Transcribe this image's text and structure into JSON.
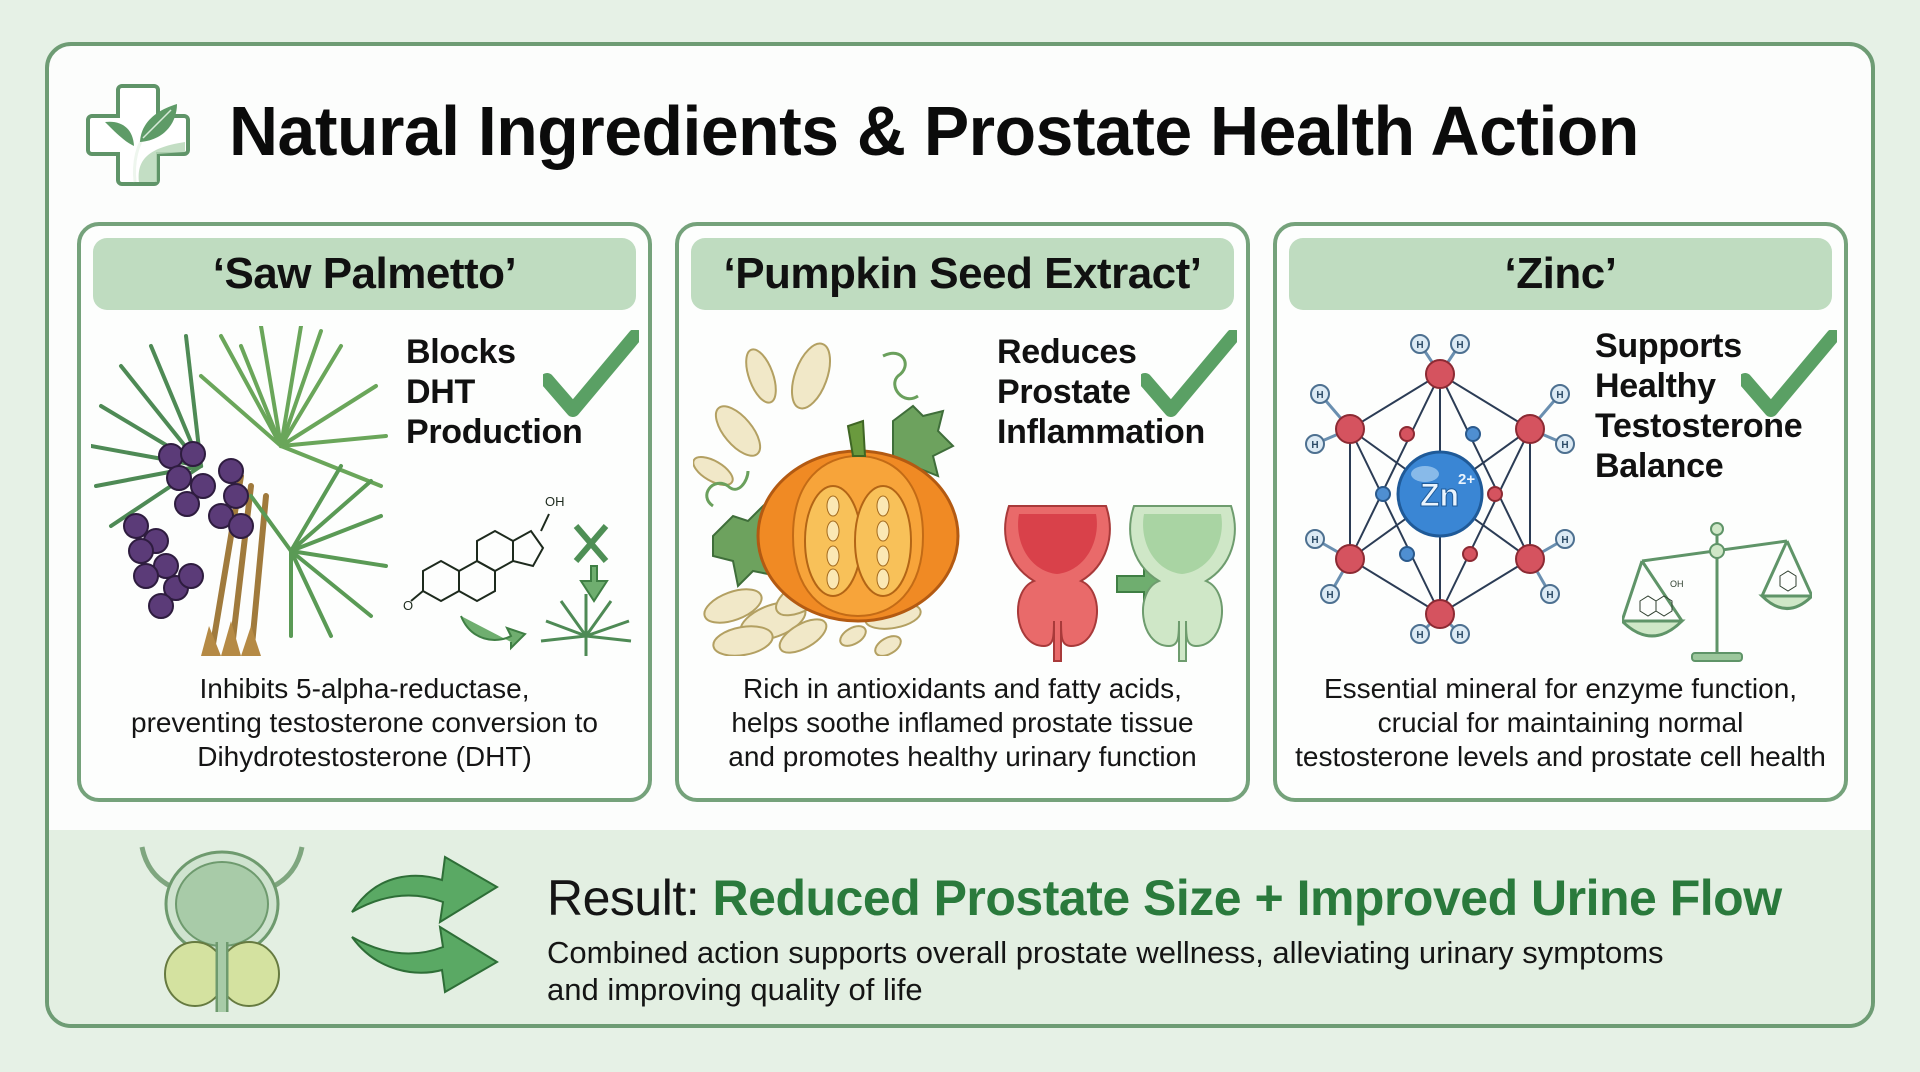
{
  "header": {
    "title": "Natural Ingredients & Prostate Health Action",
    "icon": "medical-cross-leaf-icon"
  },
  "colors": {
    "background": "#e6f1e6",
    "border": "#6e9c74",
    "header_pill": "#bfdcc0",
    "check": "#5aa064",
    "result_highlight": "#2a7a3c",
    "result_band": "#e3efe2"
  },
  "cards": [
    {
      "title": "‘Saw Palmetto’",
      "benefit": [
        "Blocks",
        "DHT",
        "Production"
      ],
      "illustration": "saw-palmetto-plant-with-berries",
      "secondary_illustration": "testosterone-molecule-blocked-conversion",
      "molecule_label": "OH",
      "description": [
        "Inhibits 5-alpha-reductase,",
        "preventing testosterone conversion to",
        "Dihydrotestosterone (DHT)"
      ]
    },
    {
      "title": "‘Pumpkin Seed Extract’",
      "benefit": [
        "Reduces",
        "Prostate",
        "Inflammation"
      ],
      "illustration": "pumpkin-with-seeds",
      "secondary_illustration": "inflamed-to-healthy-prostate",
      "description": [
        "Rich in antioxidants and fatty acids,",
        "helps soothe inflamed prostate tissue",
        "and promotes healthy urinary function"
      ]
    },
    {
      "title": "‘Zinc’",
      "benefit": [
        "Supports",
        "Healthy",
        "Testosterone",
        "Balance"
      ],
      "illustration": "zinc-ion-complex",
      "ion_label": "Zn",
      "ion_charge": "2+",
      "atom_label": "H",
      "secondary_illustration": "balance-scale-hormones",
      "molecule_label": "OH",
      "description": [
        "Essential mineral for enzyme function,",
        "crucial for maintaining normal",
        "testosterone levels and prostate cell health"
      ]
    }
  ],
  "result": {
    "lead": "Result:",
    "highlight": "Reduced Prostate Size + Improved Urine Flow",
    "description": [
      "Combined action supports overall prostate wellness, alleviating urinary symptoms",
      "and improving quality of life"
    ],
    "icons": [
      "healthy-prostate-icon",
      "curved-arrows-icon"
    ]
  }
}
